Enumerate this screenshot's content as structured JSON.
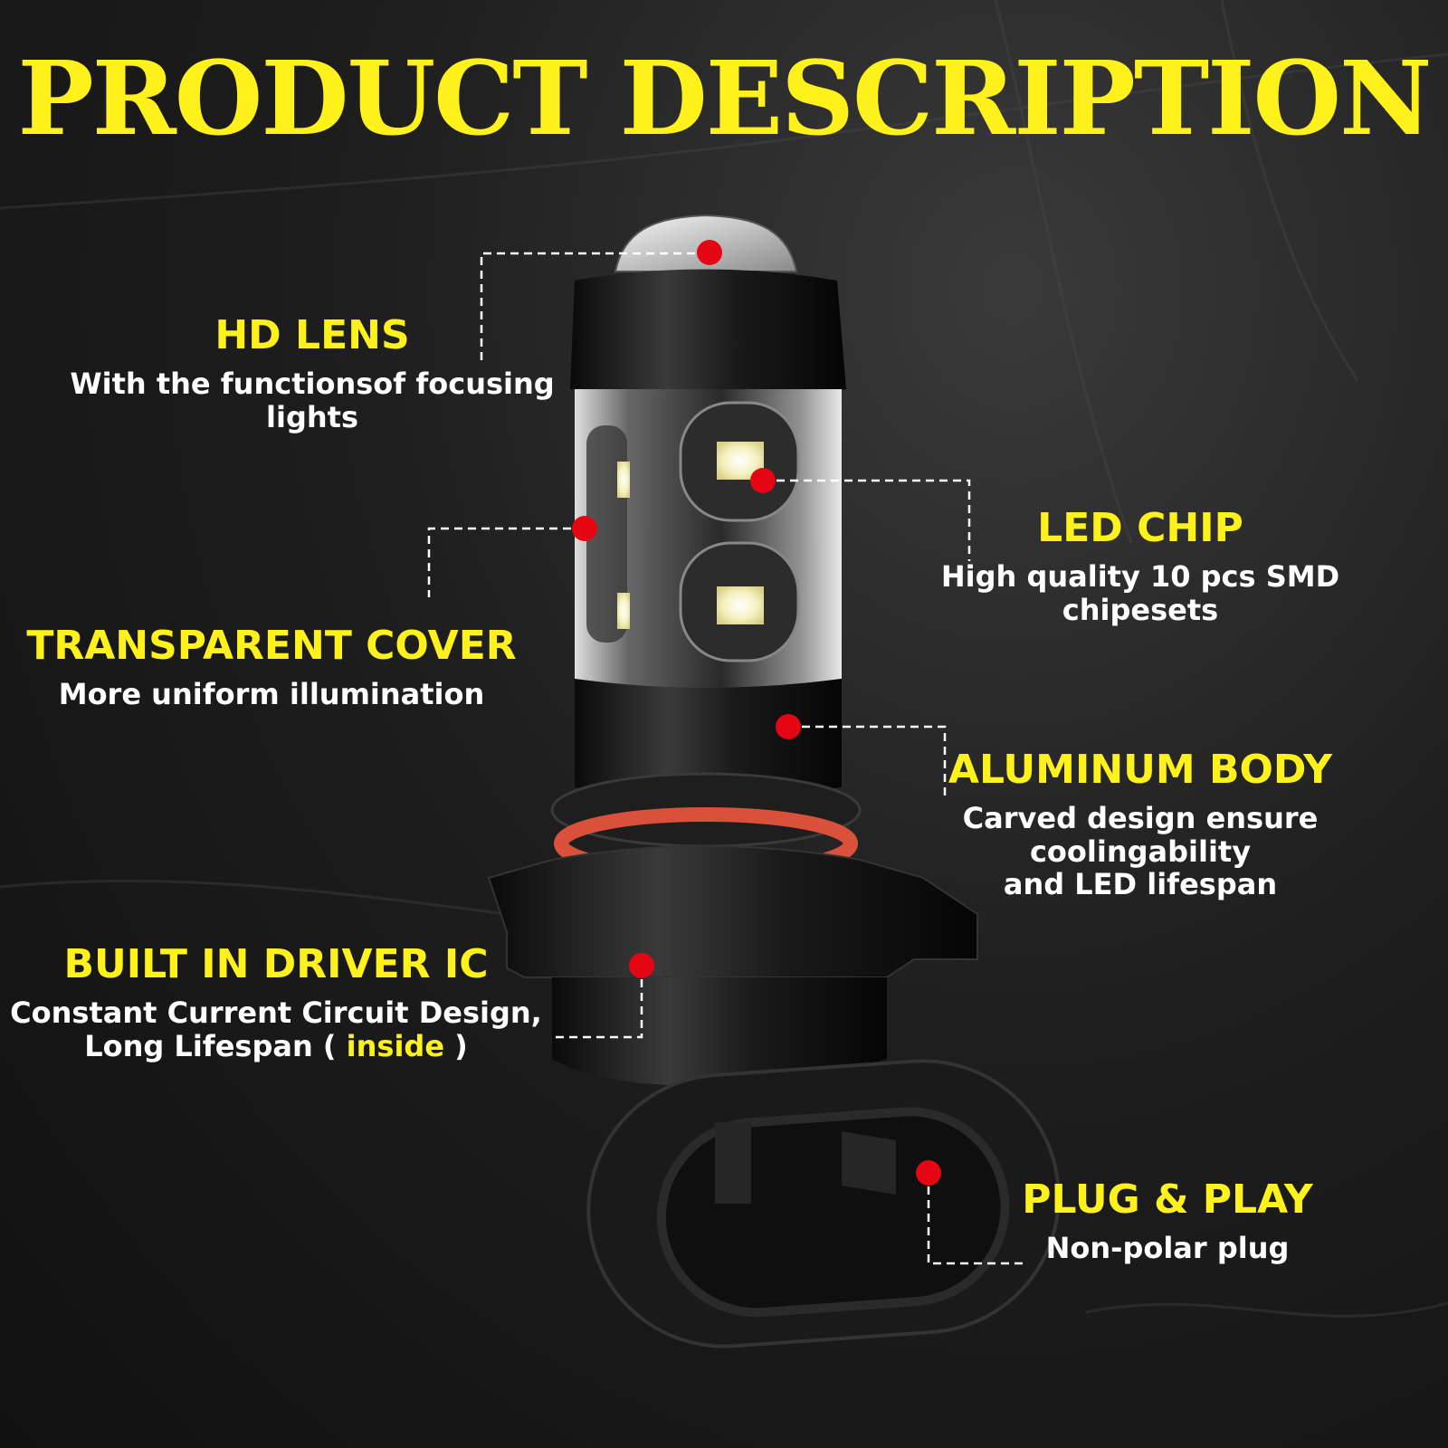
{
  "title": "PRODUCT DESCRIPTION",
  "colors": {
    "accent": "#FFF11B",
    "marker": "#E40613",
    "text": "#FFFFFF",
    "leader": "#FFFFFF",
    "seal": "#D9513A"
  },
  "callouts": {
    "hd_lens": {
      "heading": "HD LENS",
      "description": "With the functionsof focusing lights"
    },
    "transparent_cover": {
      "heading": "TRANSPARENT COVER",
      "description": "More uniform illumination"
    },
    "led_chip": {
      "heading": "LED CHIP",
      "description": "High quality 10 pcs SMD chipesets"
    },
    "aluminum_body": {
      "heading": "ALUMINUM BODY",
      "description_line1": "Carved design ensure coolingability",
      "description_line2": "and LED lifespan"
    },
    "driver_ic": {
      "heading": "BUILT IN DRIVER IC",
      "description_line1": "Constant Current Circuit Design,",
      "description_line2_prefix": "Long Lifespan (",
      "description_highlight": "inside",
      "description_line2_suffix": ")"
    },
    "plug_play": {
      "heading": "PLUG & PLAY",
      "description": "Non-polar plug"
    }
  }
}
